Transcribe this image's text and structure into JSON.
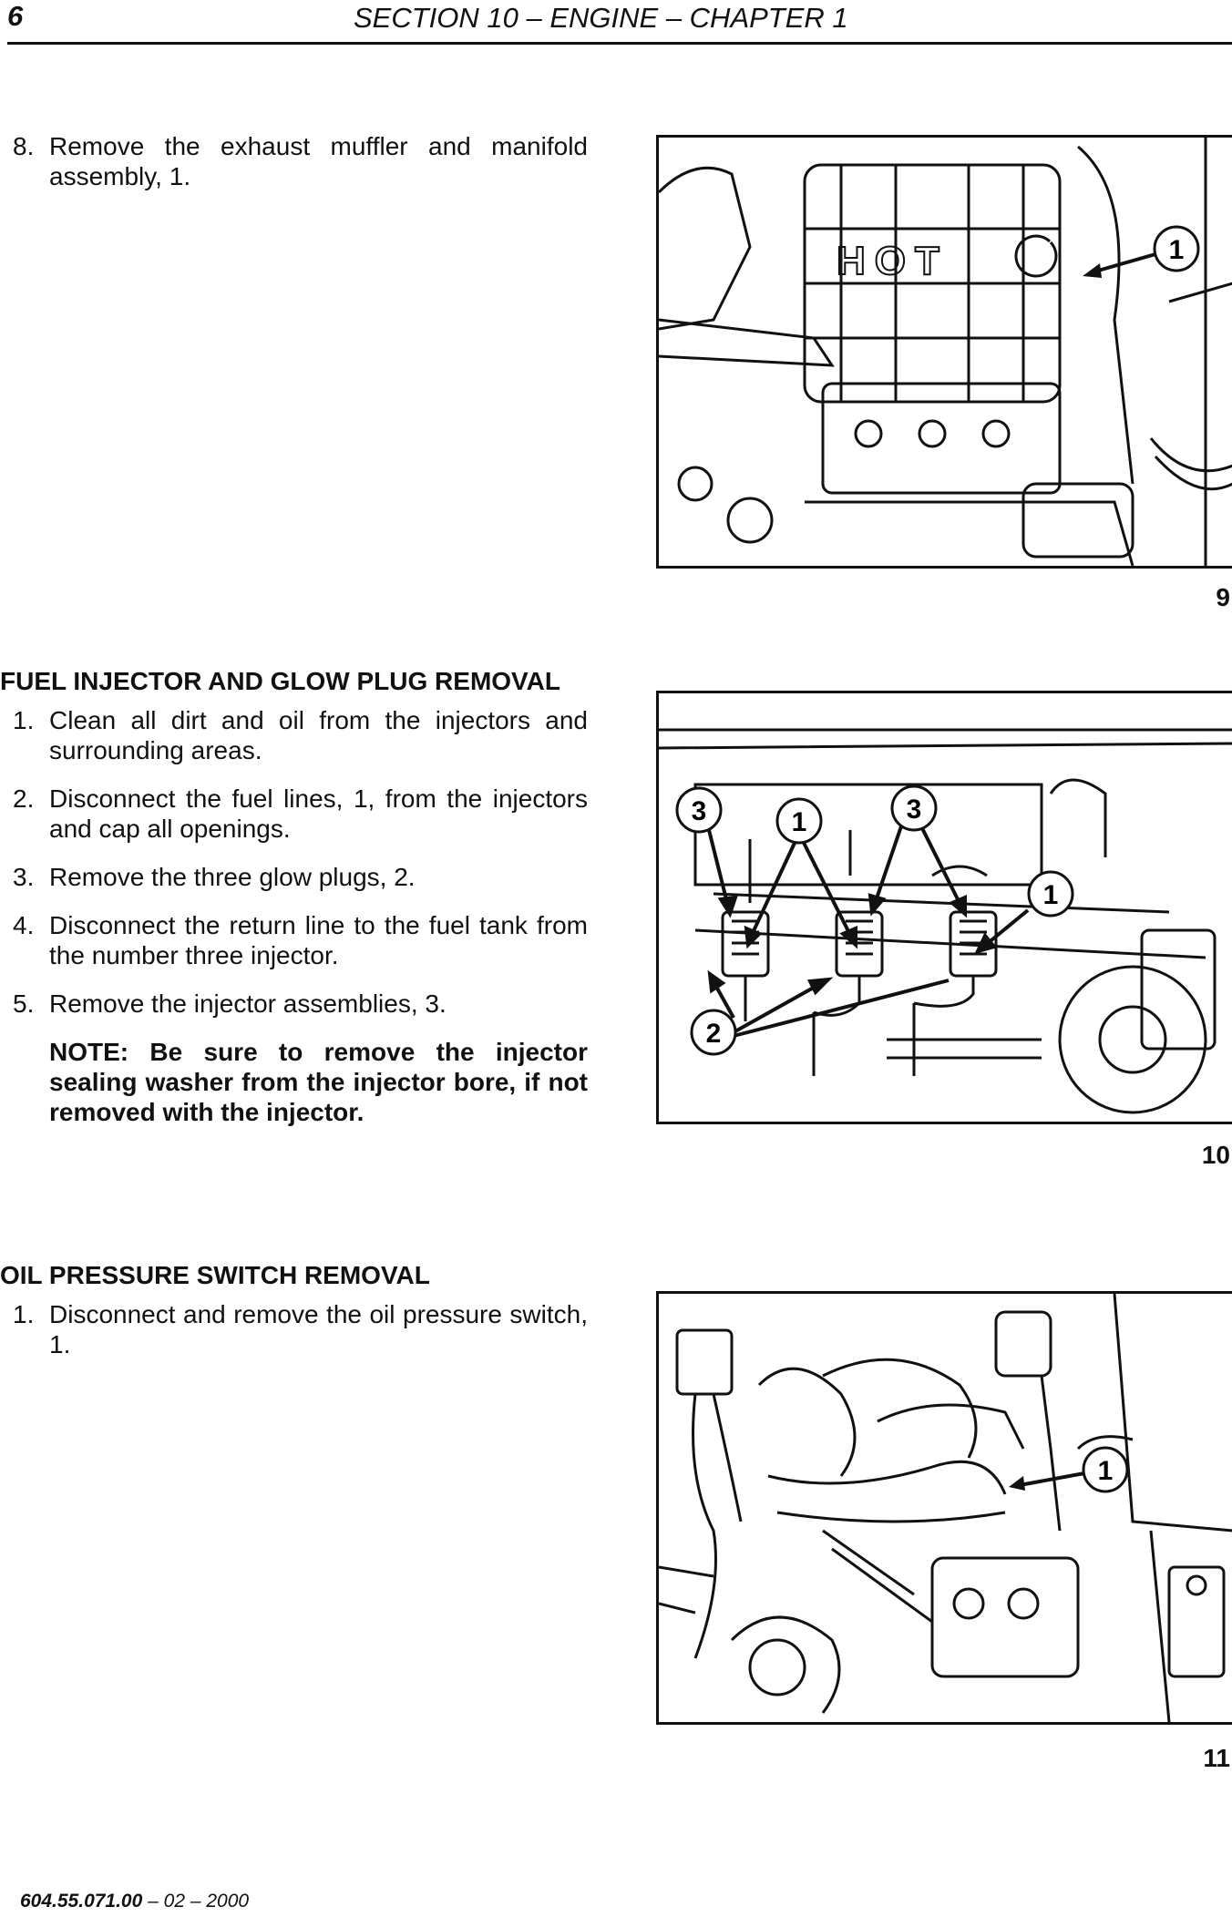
{
  "header": {
    "page_number": "6",
    "title": "SECTION 10 – ENGINE – CHAPTER 1"
  },
  "section1": {
    "steps": [
      {
        "num": "8.",
        "text": "Remove the exhaust muffler and manifold assembly, 1."
      }
    ],
    "figure": {
      "number": "9",
      "callouts": [
        "1"
      ],
      "embossed_text": "HOT"
    }
  },
  "section2": {
    "heading": "FUEL INJECTOR AND GLOW PLUG REMOVAL",
    "steps": [
      {
        "num": "1.",
        "text": "Clean all dirt and oil from the injectors and surrounding areas."
      },
      {
        "num": "2.",
        "text": "Disconnect the fuel lines, 1, from the injectors and cap all openings."
      },
      {
        "num": "3.",
        "text": "Remove the three glow plugs, 2."
      },
      {
        "num": "4.",
        "text": "Disconnect the return line to the fuel tank from the number three injector."
      },
      {
        "num": "5.",
        "text": "Remove the injector assemblies, 3."
      }
    ],
    "note": "NOTE: Be sure to remove the injector sealing washer from the injector bore, if not removed with the injector.",
    "figure": {
      "number": "10",
      "callouts": [
        "3",
        "1",
        "3",
        "1",
        "2"
      ]
    }
  },
  "section3": {
    "heading": "OIL PRESSURE SWITCH REMOVAL",
    "steps": [
      {
        "num": "1.",
        "text": "Disconnect and remove the oil pressure switch, 1."
      }
    ],
    "figure": {
      "number": "11",
      "callouts": [
        "1"
      ]
    }
  },
  "footer": {
    "doc_number": "604.55.071.00",
    "date": "– 02 – 2000"
  }
}
